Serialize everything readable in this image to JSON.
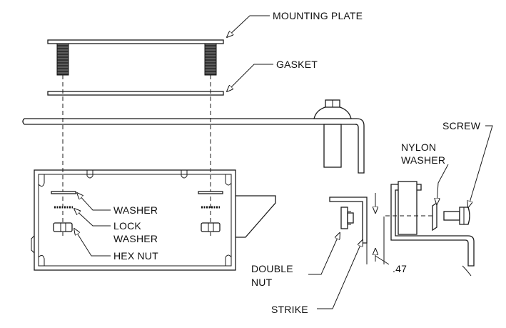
{
  "labels": {
    "mounting_plate": "MOUNTING PLATE",
    "gasket": "GASKET",
    "washer": "WASHER",
    "lock_washer_1": "LOCK",
    "lock_washer_2": "WASHER",
    "hex_nut": "HEX NUT",
    "double_nut_1": "DOUBLE",
    "double_nut_2": "NUT",
    "strike": "STRIKE",
    "nylon_washer_1": "NYLON",
    "nylon_washer_2": "WASHER",
    "screw": "SCREW",
    "dimension": ".47"
  }
}
